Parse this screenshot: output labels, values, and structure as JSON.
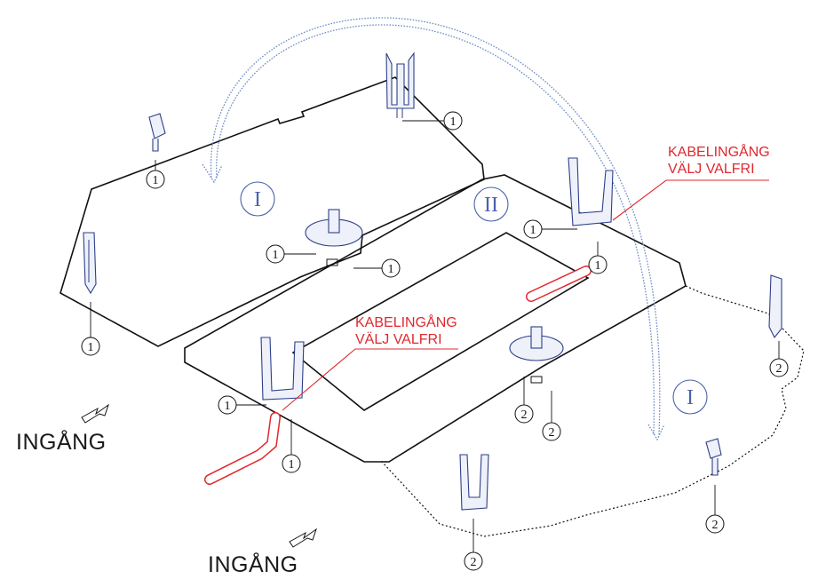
{
  "zones": {
    "zone_a": "I",
    "zone_b": "II",
    "zone_c": "I"
  },
  "callouts": {
    "upper": {
      "line1": "KABELINGÅNG",
      "line2": "VÄLJ VALFRI"
    },
    "lower": {
      "line1": "KABELINGÅNG",
      "line2": "VÄLJ VALFRI"
    }
  },
  "entries": {
    "left": "INGÅNG",
    "bottom": "INGÅNG"
  },
  "markers": {
    "m1": "1",
    "m2": "2"
  },
  "colors": {
    "accent_red": "#e0282e",
    "part_blue": "#2d3f86",
    "arc_blue": "#6e8cc8"
  }
}
